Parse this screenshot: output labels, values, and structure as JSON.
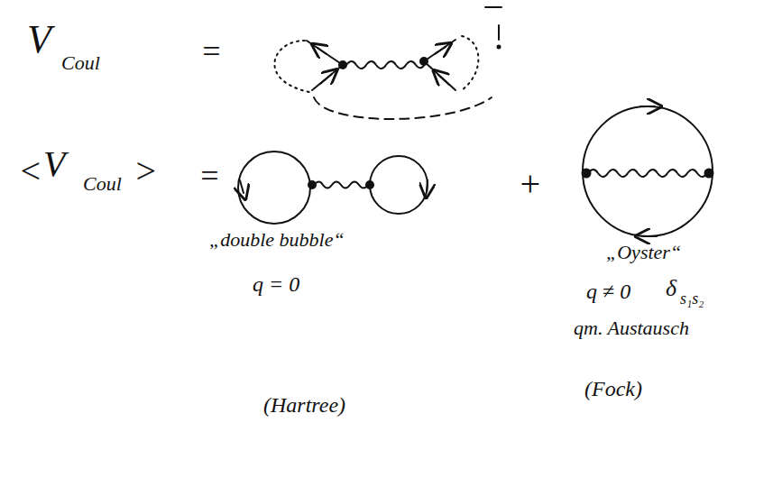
{
  "diagram": {
    "labels": [
      "V",
      "Coul",
      "=",
      "<",
      "V",
      "Coul",
      ">",
      "=",
      "+",
      "„double bubble“",
      "„Oyster“",
      "q = 0",
      "q ≠ 0",
      "δ",
      "s₁s₂",
      "qm. Austausch",
      "(Hartree)",
      "(Fock)"
    ]
  }
}
